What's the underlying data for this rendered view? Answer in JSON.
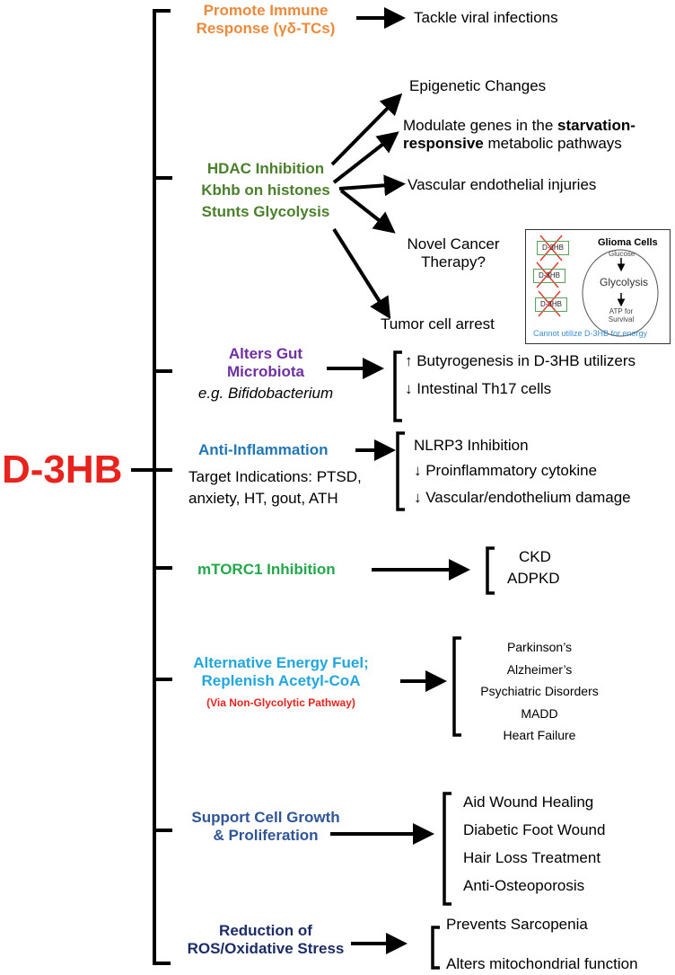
{
  "colors": {
    "title": "#e8231e",
    "orange": "#ec8a3c",
    "green_dark": "#4a7f2c",
    "purple": "#7030a0",
    "blue": "#2176b6",
    "green": "#22a84a",
    "cyan": "#22a6dd",
    "red": "#e8231e",
    "steel": "#2f5597",
    "navy": "#1b2d64"
  },
  "title": "D-3HB",
  "branches": [
    {
      "id": "immune",
      "lines": [
        "Promote Immune",
        "Response (γδ-TCs)"
      ],
      "outcomes": [
        "Tackle viral infections"
      ]
    },
    {
      "id": "hdac",
      "lines": [
        "HDAC Inhibition",
        "Kbhb on histones",
        "Stunts Glycolysis"
      ],
      "outcomes": [
        "Epigenetic Changes",
        "Vascular endothelial injuries",
        "Novel Cancer",
        "Therapy?",
        "Tumor cell arrest"
      ],
      "modulate": {
        "prefix": "Modulate genes in the ",
        "bold1": "starvation-",
        "bold2": "responsive",
        "suffix": " metabolic pathways"
      }
    },
    {
      "id": "gut",
      "lines": [
        "Alters Gut",
        "Microbiota"
      ],
      "example": "e.g. Bifidobacterium",
      "outcomes": [
        "↑ Butyrogenesis in D-3HB utilizers",
        "↓ Intestinal Th17 cells"
      ]
    },
    {
      "id": "inflammation",
      "lines": [
        "Anti-Inflammation"
      ],
      "sublines": [
        "Target Indications: PTSD,",
        "anxiety, HT, gout, ATH"
      ],
      "outcomes": [
        "NLRP3 Inhibition",
        "↓ Proinflammatory cytokine",
        "↓ Vascular/endothelium damage"
      ]
    },
    {
      "id": "mtorc1",
      "lines": [
        "mTORC1 Inhibition"
      ],
      "outcomes": [
        "CKD",
        "ADPKD"
      ]
    },
    {
      "id": "energy",
      "lines": [
        "Alternative Energy Fuel;",
        "Replenish Acetyl-CoA"
      ],
      "note": "(Via Non-Glycolytic Pathway)",
      "outcomes": [
        "Parkinson’s",
        "Alzheimer’s",
        "Psychiatric Disorders",
        "MADD",
        "Heart Failure"
      ]
    },
    {
      "id": "growth",
      "lines": [
        "Support Cell Growth",
        "& Proliferation"
      ],
      "outcomes": [
        "Aid Wound Healing",
        "Diabetic Foot Wound",
        "Hair Loss Treatment",
        "Anti-Osteoporosis"
      ]
    },
    {
      "id": "ros",
      "lines": [
        "Reduction of",
        "ROS/Oxidative Stress"
      ],
      "outcomes": [
        "Prevents Sarcopenia",
        "Alters mitochondrial function"
      ]
    }
  ],
  "inset": {
    "title": "Glioma Cells",
    "boxes": [
      "D-3HB",
      "D-3HB",
      "D-3HB"
    ],
    "glucose": "Glucose",
    "glycolysis": "Glycolysis",
    "atp_line1": "ATP for",
    "atp_line2": "Survival",
    "caption": "Cannot utilize D-3HB for energy",
    "caption_color": "#3a8fd0",
    "box_border": "#5aa05a",
    "cross_color": "#e23b2e"
  }
}
